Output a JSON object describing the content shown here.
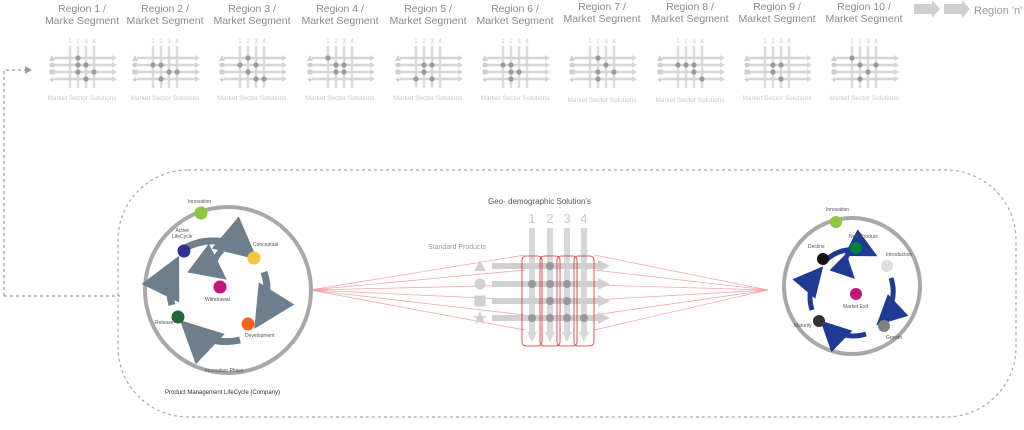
{
  "regions": [
    {
      "title": "Region 1 /",
      "subtitle": "Marke Segment",
      "caption": "Market Sector Solutions"
    },
    {
      "title": "Region 2 /",
      "subtitle": "Market Segment",
      "caption": "Market Sector Solutions"
    },
    {
      "title": "Region 3 /",
      "subtitle": "Market Segment",
      "caption": "Market Sector Solutions"
    },
    {
      "title": "Region 4 /",
      "subtitle": "Market Segment",
      "caption": "Market Sector Solutions"
    },
    {
      "title": "Region 5 /",
      "subtitle": "Market Segment",
      "caption": "Market Sector Solutions"
    },
    {
      "title": "Region 6 /",
      "subtitle": "Market Segment",
      "caption": "Market Sector Solutions"
    },
    {
      "title": "Region 7 /",
      "subtitle": "Market Segment",
      "caption": "Market Sector Solutions"
    },
    {
      "title": "Region 8 /",
      "subtitle": "Market Segment",
      "caption": "Market Sector Solutions"
    },
    {
      "title": "Region 9 /",
      "subtitle": "Market Segment",
      "caption": "Market Sector Solutions"
    },
    {
      "title": "Region 10 /",
      "subtitle": "Market Segment",
      "caption": "Market Sector Solutions"
    }
  ],
  "region_n": "Region 'n'",
  "mini_columns": [
    "1",
    "2",
    "3",
    "4"
  ],
  "geo": {
    "title": "Geo- demographic Solution's",
    "columns": [
      "1",
      "2",
      "3",
      "4"
    ],
    "standard_products": "Standard Products"
  },
  "company_cycle": {
    "caption": "Product Management LifeCycle (Company)",
    "nodes": {
      "innovation": "Innovation",
      "active": "Active\nLifeCycle",
      "conceptual": "Conceptual",
      "withdrawal": "Withdrawal",
      "release": "Release",
      "development": "Development",
      "phase": "Innovation Phase"
    },
    "colors": {
      "innovation": "#8dc63f",
      "active": "#2e3192",
      "conceptual": "#f7c641",
      "withdrawal": "#c1177d",
      "release": "#1e6b3a",
      "development": "#f26522",
      "arrows": "#6d7f8c"
    }
  },
  "market_cycle": {
    "nodes": {
      "innovation": "Innovation",
      "new_product": "New Product",
      "introduction": "Introduction",
      "decline": "Decline",
      "market_exit": "Market Exit",
      "maturity": "Maturity",
      "growth": "Growth"
    },
    "colors": {
      "innovation": "#8dc63f",
      "new_product": "#00843d",
      "introduction": "#e0e0e0",
      "decline": "#111111",
      "market_exit": "#c1177d",
      "maturity": "#333333",
      "growth": "#808080",
      "arrows": "#1f3a93"
    }
  }
}
